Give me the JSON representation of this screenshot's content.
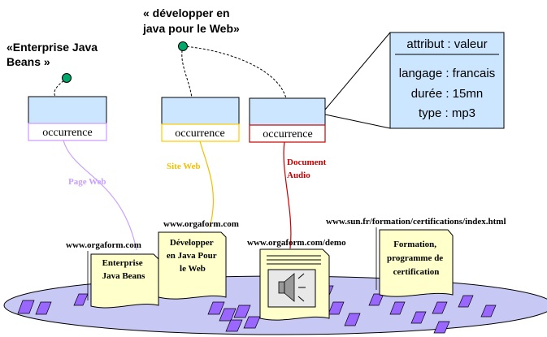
{
  "topics": [
    {
      "label_lines": [
        "«Enterprise Java",
        "Beans  »"
      ]
    },
    {
      "label_lines": [
        "« développer en",
        "java pour le Web»"
      ]
    }
  ],
  "occurrence_boxes": [
    {
      "label": "occurrence",
      "underline_color": "#cc99ff"
    },
    {
      "label": "occurrence",
      "underline_color": "#ffcc00"
    },
    {
      "label": "occurrence",
      "underline_color": "#cc0000"
    }
  ],
  "attribute_box": {
    "header": "attribut : valeur",
    "rows": [
      "langage : francais",
      "durée : 15mn",
      "type : mp3"
    ],
    "fill_color": "#cce6ff"
  },
  "occurrence_types": [
    {
      "label_lines": [
        "Page Web"
      ],
      "color": "#c9a0ff"
    },
    {
      "label_lines": [
        "Site Web"
      ],
      "color": "#f0c000"
    },
    {
      "label_lines": [
        "Document",
        "Audio"
      ],
      "color": "#c80000"
    }
  ],
  "resources": [
    {
      "url": "www.orgaform.com",
      "doc_lines": [
        "Enterprise",
        "Java Beans"
      ]
    },
    {
      "url": "www.orgaform.com",
      "doc_lines": [
        "Développer",
        "en Java Pour",
        "le Web"
      ]
    },
    {
      "url": "www.orgaform.com/demo",
      "doc_lines": [],
      "icon": "speaker-icon"
    },
    {
      "url": "www.sun.fr/formation/certifications/index.html",
      "doc_lines": [
        "Formation,",
        "programme de",
        "certification"
      ]
    }
  ],
  "colors": {
    "box_fill": "#cce6ff",
    "topic_dot": "#00a86b",
    "doc_fill": "#ffffcc",
    "platform_fill": "#c8c8f5",
    "tile_fill": "#9966ff"
  }
}
